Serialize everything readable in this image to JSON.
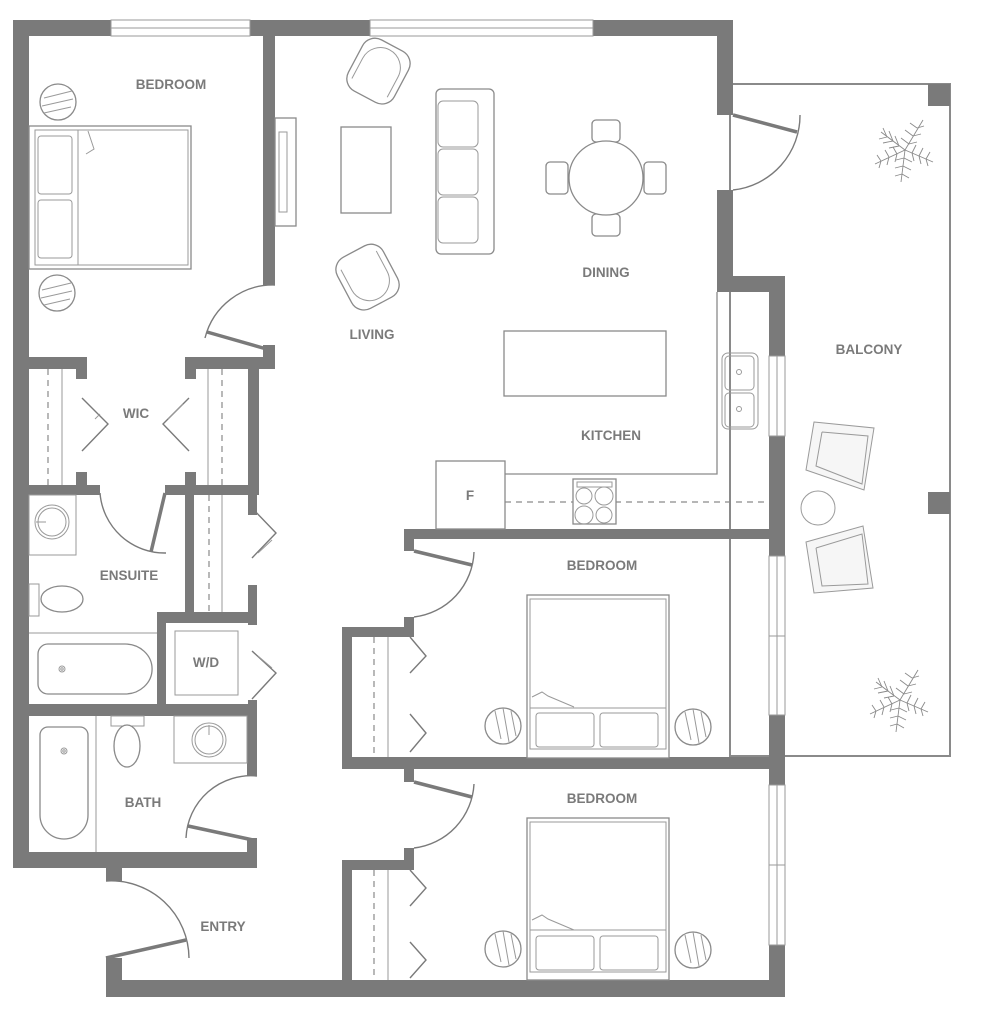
{
  "floor_plan": {
    "wall_color": "#7a7a7a",
    "line_color": "#8a8a8a",
    "rooms": {
      "bedroom_1": "BEDROOM",
      "wic": "WIC",
      "ensuite": "ENSUITE",
      "wd": "W/D",
      "bath": "BATH",
      "entry": "ENTRY",
      "living": "LIVING",
      "dining": "DINING",
      "kitchen": "KITCHEN",
      "fridge": "F",
      "balcony": "BALCONY",
      "bedroom_2": "BEDROOM",
      "bedroom_3": "BEDROOM"
    }
  }
}
